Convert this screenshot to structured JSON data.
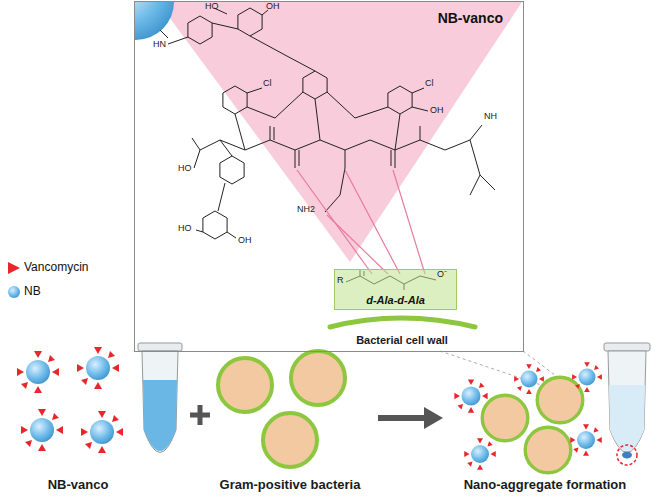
{
  "diagram": {
    "nodes": [
      {
        "text": [
          "NB-vanco"
        ]
      },
      {
        "text": [
          "d-Ala-d-Ala"
        ],
        "in": 0
      }
    ],
    "labels": [
      "HO",
      "OH",
      "HN",
      "Cl",
      "Cl",
      "OH",
      "HO",
      "OH",
      "HO",
      "NH2",
      "NH",
      "R",
      "O⁻",
      "Bacterial cell wall",
      "NB-vanco",
      "Gram-positive bacteria",
      "Nano-aggregate formation"
    ],
    "legend": [
      {
        "text": "Vancomycin"
      },
      {
        "text": "NB"
      }
    ]
  }
}
